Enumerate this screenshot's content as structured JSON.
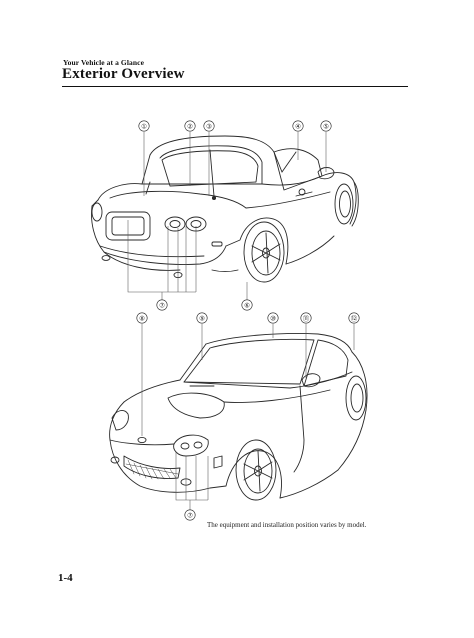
{
  "header": {
    "section_label": "Your Vehicle at a Glance",
    "title": "Exterior Overview"
  },
  "callouts": [
    "①",
    "②",
    "③",
    "④",
    "⑤",
    "⑥",
    "⑦",
    "⑧",
    "⑨",
    "⑩",
    "⑪",
    "⑫"
  ],
  "caption": "The equipment and installation position varies by model.",
  "footer": {
    "page_number": "1-4"
  },
  "colors": {
    "ink": "#111111",
    "line": "#2a2a2a",
    "paper": "#ffffff"
  }
}
